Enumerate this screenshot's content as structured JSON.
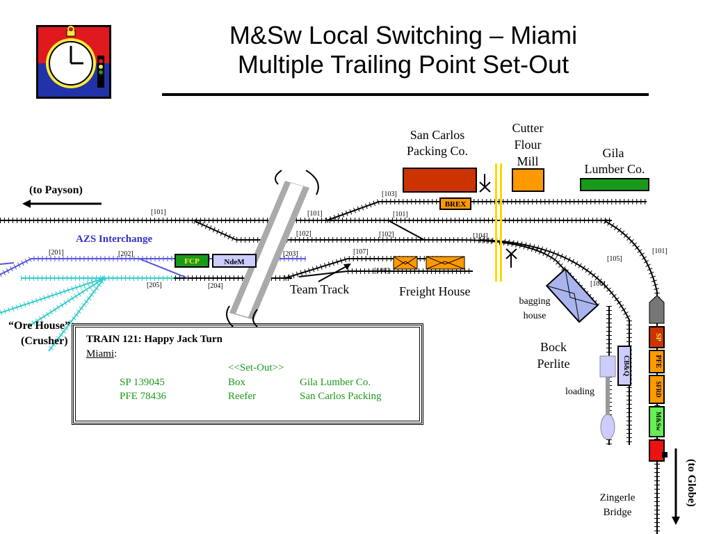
{
  "title": {
    "line1": "M&Sw Local Switching – Miami",
    "line2": "Multiple Trailing Point Set-Out"
  },
  "direction_labels": {
    "to_payson": "(to Payson)",
    "to_globe": "(to Globe)"
  },
  "interchange_label": "AZS Interchange",
  "track_labels": {
    "t101_a": "[101]",
    "t101_b": "[101]",
    "t101_c": "[101]",
    "t101_d": "[101]",
    "t102_a": "[102]",
    "t102_b": "[102]",
    "t103": "[103]",
    "t104": "[104]",
    "t105": "[105]",
    "t106": "[106]",
    "t107": "[107]",
    "t108": "[108]",
    "t201": "[201]",
    "t202": "[202]",
    "t203": "[203]",
    "t204": "[204]",
    "t205": "[205]"
  },
  "industries": {
    "san_carlos": "San Carlos\nPacking Co.",
    "san_carlos_l1": "San Carlos",
    "san_carlos_l2": "Packing Co.",
    "cutter_l1": "Cutter",
    "cutter_l2": "Flour",
    "cutter_l3": "Mill",
    "gila_l1": "Gila",
    "gila_l2": "Lumber Co.",
    "team_track": "Team Track",
    "freight_house": "Freight House",
    "bagging_l1": "bagging",
    "bagging_l2": "house",
    "bock_l1": "Bock",
    "bock_l2": "Perlite",
    "loading": "loading",
    "ore_l1": "“Ore House”",
    "ore_l2": "(Crusher)",
    "zingerle_l1": "Zingerle",
    "zingerle_l2": "Bridge"
  },
  "cars": {
    "brex": "BREX",
    "fcp": "FCP",
    "ndem": "NdeM",
    "cbq": "CB&Q",
    "sp": "SP",
    "pfe": "PFE",
    "sfrd": "SFRD",
    "msw": "M&Sw"
  },
  "train": {
    "heading": "TRAIN 121:  Happy Jack Turn",
    "location": "Miami",
    "location_suffix": ":",
    "setout_header": "<<Set-Out>>",
    "rows": [
      {
        "car": "SP 139045",
        "type": "Box",
        "dest": "Gila Lumber Co."
      },
      {
        "car": "PFE 78436",
        "type": "Reefer",
        "dest": "San Carlos Packing"
      }
    ]
  },
  "colors": {
    "san_carlos": "#cc3300",
    "cutter": "#ff9900",
    "gila": "#1a9a1a",
    "interchange_text": "#3333cc",
    "setout_text": "#1a9a1a",
    "track": "#000000",
    "azs_track": "#5555dd",
    "teal_track": "#33cccc"
  },
  "icons": {
    "logo": "stopwatch-signal-icon"
  }
}
